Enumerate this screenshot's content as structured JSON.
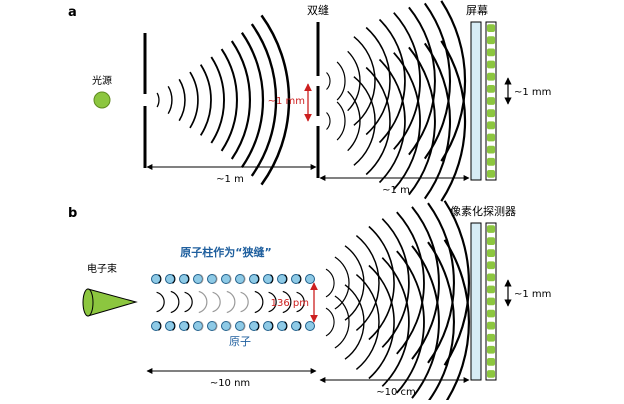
{
  "panel_a": {
    "letter": "a",
    "source_label": "光源",
    "double_slit_label": "双缝",
    "screen_label": "屏幕",
    "slit_sep_label": "~1 mm",
    "dist1_label": "~1 m",
    "dist2_label": "~1 m",
    "pattern_label": "~1 mm"
  },
  "panel_b": {
    "letter": "b",
    "beam_label": "电子束",
    "columns_label": "原子柱作为“狭缝”",
    "atom_label": "原子",
    "spacing_label": "136 pm",
    "detector_label": "像素化探测器",
    "dist1_label": "~10 nm",
    "dist2_label": "~10 cm",
    "pattern_label": "~1 mm"
  },
  "colors": {
    "source": "#8cc63f",
    "beam": "#8cc63f",
    "atom": "#8ecae6",
    "atom_stroke": "#1f5f8b",
    "accent_red": "#cc1f1f",
    "title_blue": "#1f5f9e",
    "screen": "#d6ecf5",
    "pattern_green": "#8cc63f"
  }
}
